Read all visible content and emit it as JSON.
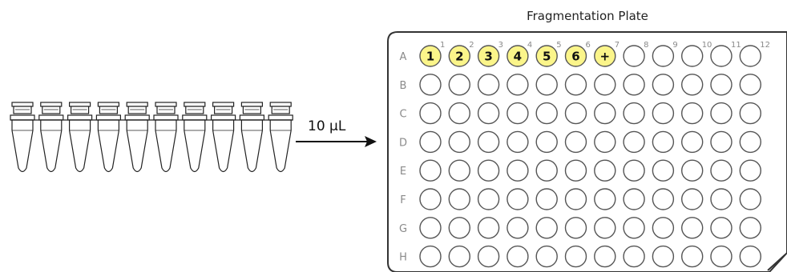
{
  "plate": {
    "title": "Fragmentation Plate",
    "rows": [
      "A",
      "B",
      "C",
      "D",
      "E",
      "F",
      "G",
      "H"
    ],
    "columns": [
      "1",
      "2",
      "3",
      "4",
      "5",
      "6",
      "7",
      "8",
      "9",
      "10",
      "11",
      "12"
    ],
    "filled_wells": [
      {
        "row": "A",
        "col": "1",
        "label": "1"
      },
      {
        "row": "A",
        "col": "2",
        "label": "2"
      },
      {
        "row": "A",
        "col": "3",
        "label": "3"
      },
      {
        "row": "A",
        "col": "4",
        "label": "4"
      },
      {
        "row": "A",
        "col": "5",
        "label": "5"
      },
      {
        "row": "A",
        "col": "6",
        "label": "6"
      },
      {
        "row": "A",
        "col": "7",
        "label": "+"
      }
    ]
  },
  "transfer": {
    "volume_label": "10 µL"
  },
  "tube_strip": {
    "tube_count": 10
  },
  "colors": {
    "filled_well": "#fbf58a",
    "well_stroke": "#555555",
    "plate_stroke": "#333333"
  }
}
